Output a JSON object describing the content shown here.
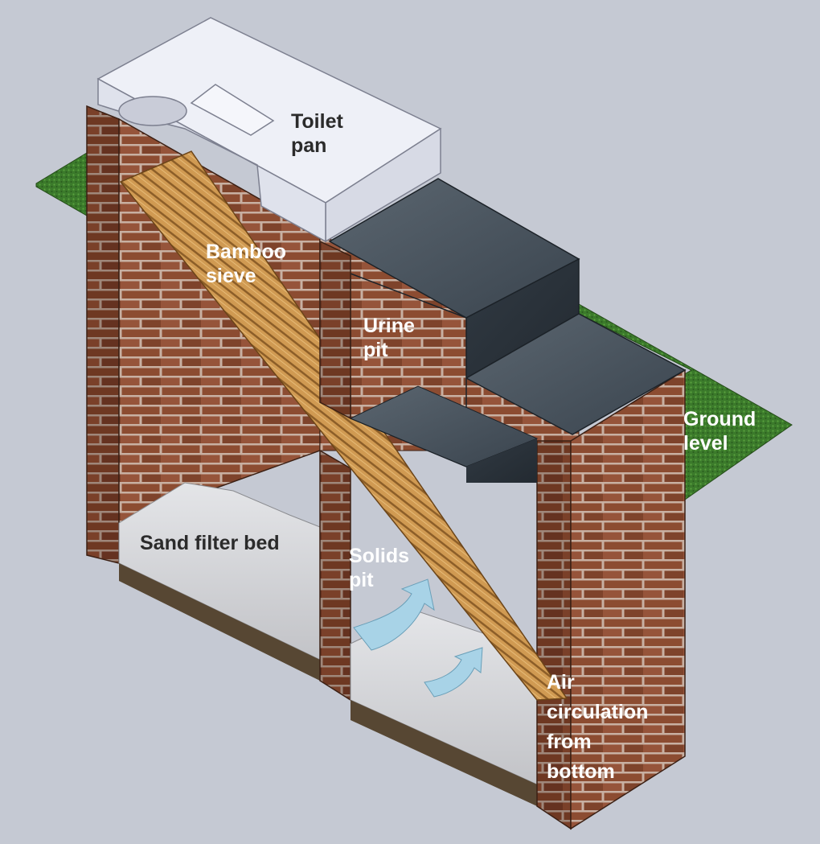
{
  "labels": {
    "toilet_pan": [
      "Toilet",
      "pan"
    ],
    "bamboo_sieve": [
      "Bamboo",
      "sieve"
    ],
    "urine_pit": [
      "Urine",
      "pit"
    ],
    "ground_level": [
      "Ground",
      "level"
    ],
    "sand_filter_bed": [
      "Sand filter bed"
    ],
    "solids_pit": [
      "Solids",
      "pit"
    ],
    "air_circulation": [
      "Air",
      "circulation",
      "from",
      "bottom"
    ]
  },
  "colors": {
    "background": "#c5c9d3",
    "brick": "#8a4a30",
    "mortar": "#c9b2a6",
    "grass": "#3f7d2c",
    "slate": "#3f4a55",
    "toilet_pan": "#eceef6",
    "bamboo": "#c58e43",
    "sand": "#d4d5d8",
    "air_arrow": "#a9d3e6"
  },
  "icons": [
    "air-flow-arrow-large",
    "air-flow-arrow-small"
  ]
}
